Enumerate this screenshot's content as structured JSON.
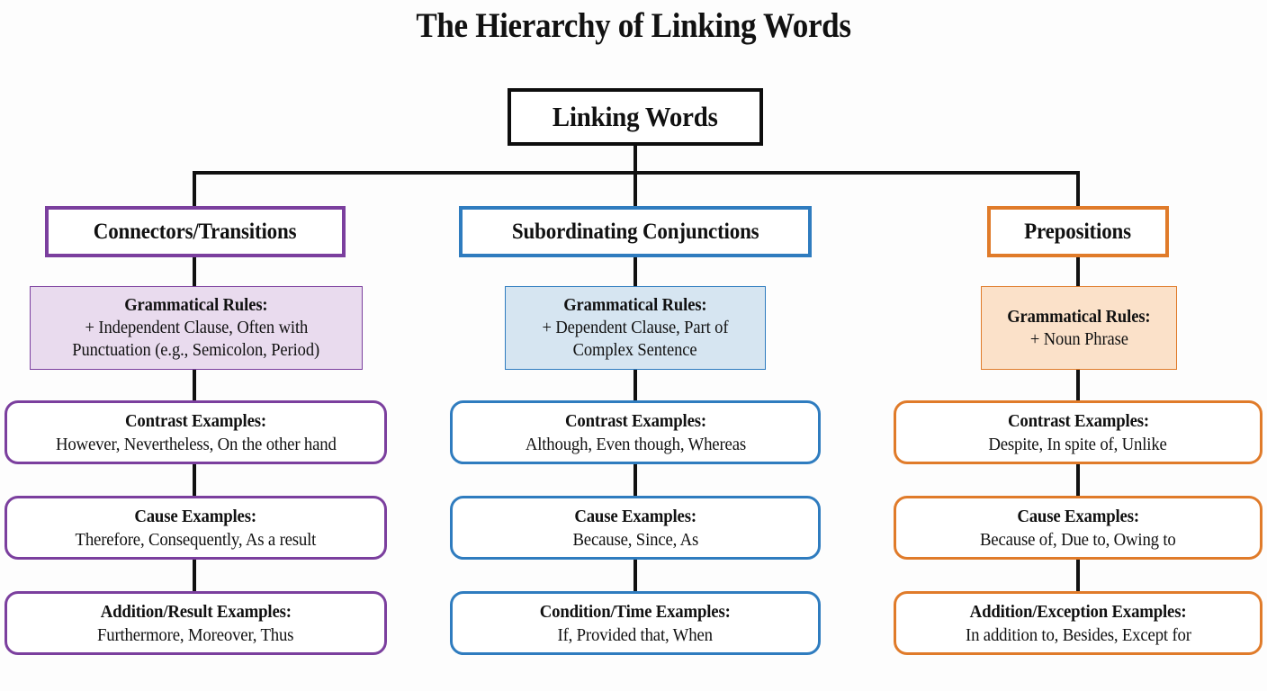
{
  "title": "The Hierarchy of Linking Words",
  "root": {
    "label": "Linking Words"
  },
  "colors": {
    "root_border": "#0d0d0d",
    "connector": "#111111",
    "purple_border": "#7b3f9e",
    "purple_fill": "#e9dbee",
    "blue_border": "#2f7cbf",
    "blue_fill": "#d6e5f1",
    "orange_border": "#e07b2a",
    "orange_fill": "#fbe1c9",
    "page_background": "#fdfdfd",
    "text": "#111111"
  },
  "columns": [
    {
      "id": "connectors",
      "header": "Connectors/Transitions",
      "accent": "#7b3f9e",
      "fill": "#e9dbee",
      "rules": {
        "title": "Grammatical Rules:",
        "lines": [
          "+ Independent Clause, Often with",
          "Punctuation (e.g., Semicolon, Period)"
        ]
      },
      "examples": [
        {
          "title": "Contrast Examples:",
          "items": "However, Nevertheless, On the other hand"
        },
        {
          "title": "Cause Examples:",
          "items": "Therefore, Consequently, As a result"
        },
        {
          "title": "Addition/Result Examples:",
          "items": "Furthermore, Moreover, Thus"
        }
      ]
    },
    {
      "id": "subordinating",
      "header": "Subordinating Conjunctions",
      "accent": "#2f7cbf",
      "fill": "#d6e5f1",
      "rules": {
        "title": "Grammatical Rules:",
        "lines": [
          "+ Dependent Clause, Part of",
          "Complex Sentence"
        ]
      },
      "examples": [
        {
          "title": "Contrast Examples:",
          "items": "Although, Even though, Whereas"
        },
        {
          "title": "Cause Examples:",
          "items": "Because, Since, As"
        },
        {
          "title": "Condition/Time Examples:",
          "items": "If, Provided that, When"
        }
      ]
    },
    {
      "id": "prepositions",
      "header": "Prepositions",
      "accent": "#e07b2a",
      "fill": "#fbe1c9",
      "rules": {
        "title": "Grammatical Rules:",
        "lines": [
          "+ Noun Phrase"
        ]
      },
      "examples": [
        {
          "title": "Contrast Examples:",
          "items": "Despite, In spite of, Unlike"
        },
        {
          "title": "Cause Examples:",
          "items": "Because of, Due to, Owing to"
        },
        {
          "title": "Addition/Exception Examples:",
          "items": "In addition to, Besides, Except for"
        }
      ]
    }
  ]
}
